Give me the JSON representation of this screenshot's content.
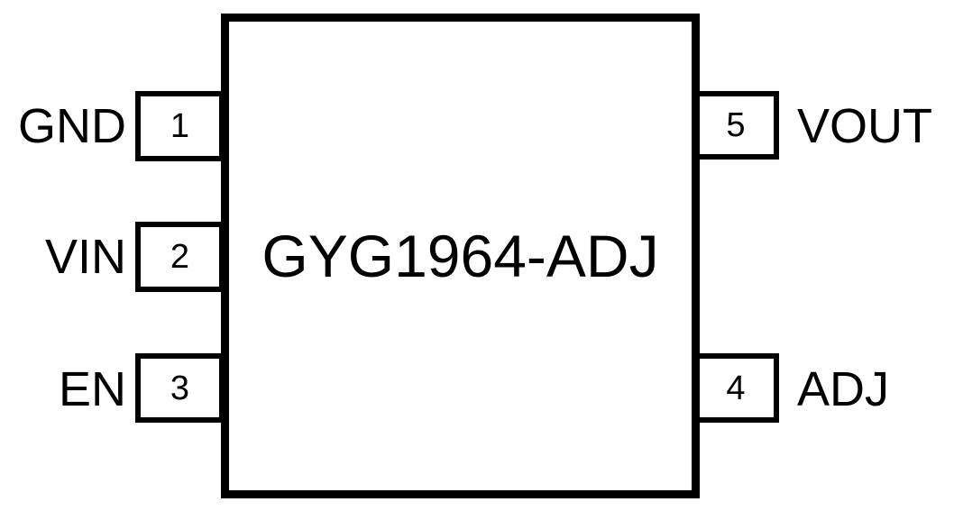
{
  "diagram": {
    "kind": "ic-pinout-diagram",
    "part_number": "GYG1964-ADJ",
    "colors": {
      "background": "#ffffff",
      "outline": "#000000",
      "text": "#000000"
    },
    "pins": {
      "left": [
        {
          "number": "1",
          "name": "GND"
        },
        {
          "number": "2",
          "name": "VIN"
        },
        {
          "number": "3",
          "name": "EN"
        }
      ],
      "right": [
        {
          "number": "5",
          "name": "VOUT"
        },
        {
          "number": "4",
          "name": "ADJ"
        }
      ]
    }
  }
}
